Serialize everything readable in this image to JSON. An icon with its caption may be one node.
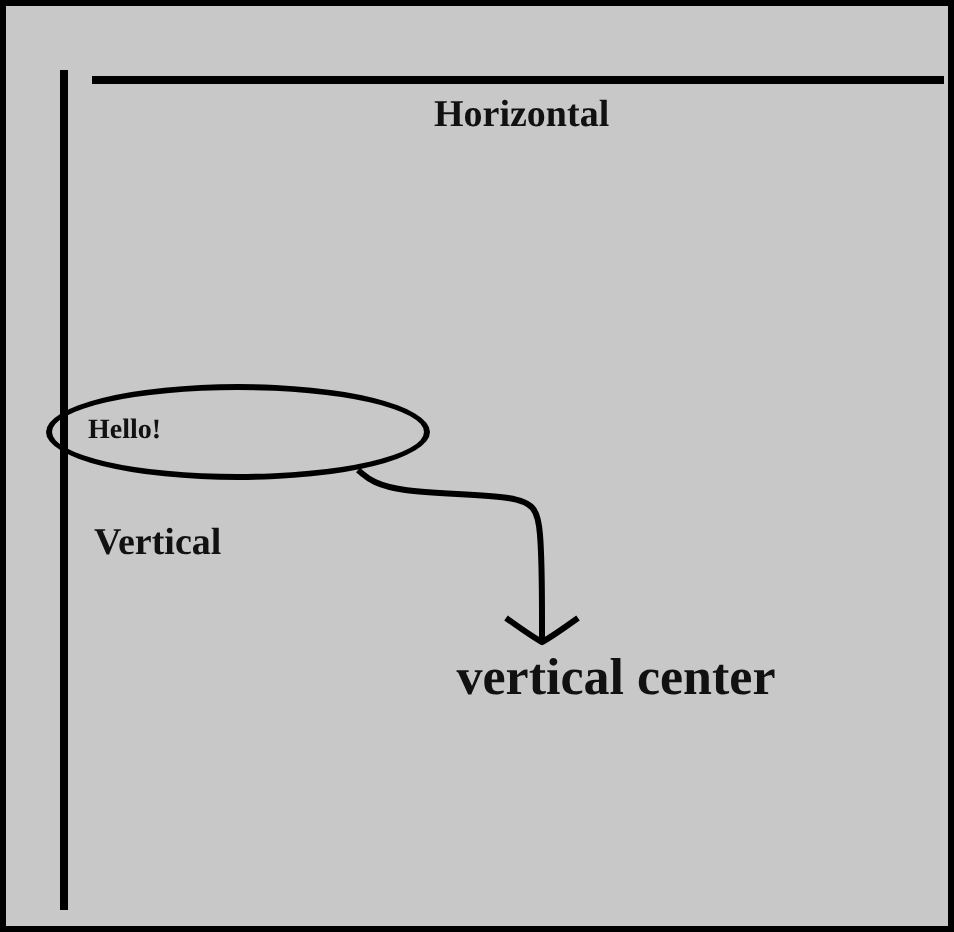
{
  "diagram": {
    "nodes": [
      {
        "text": [
          "Hello!"
        ]
      },
      {
        "text": [
          "vertical center"
        ]
      }
    ],
    "edges": [
      {
        "from": 0,
        "to": 1,
        "arrow": "to"
      }
    ],
    "labels": [
      "Horizontal",
      "Vertical"
    ]
  }
}
